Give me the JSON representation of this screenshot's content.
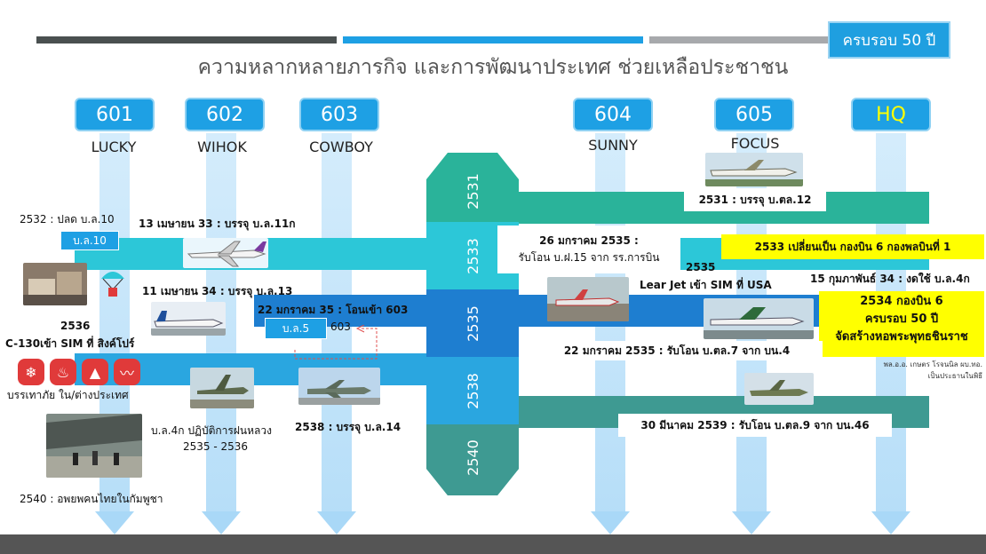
{
  "anniversary": "ครบรอบ 50 ปี",
  "title": "ความหลากหลายภารกิจ และการพัฒนาประเทศ ช่วยเหลือประชาชน",
  "squadrons": [
    {
      "code": "601",
      "callsign": "LUCKY"
    },
    {
      "code": "602",
      "callsign": "WIHOK"
    },
    {
      "code": "603",
      "callsign": "COWBOY"
    },
    {
      "code": "604",
      "callsign": "SUNNY"
    },
    {
      "code": "605",
      "callsign": "FOCUS"
    },
    {
      "code": "HQ",
      "callsign": ""
    }
  ],
  "years": [
    "2531",
    "2533",
    "2535",
    "2538",
    "2540"
  ],
  "events": {
    "e2532": "2532 : ปลด บ.ล.10",
    "tag_bl10": "บ.ล.10",
    "apr33": "13 เมษายน 33 : บรรจุ บ.ล.11ก",
    "apr34": "11 เมษายน 34 : บรรจุ บ.ล.13",
    "e2536_year": "2536",
    "e2536_text": "C-130เข้า SIM ที่ สิงค์โปร์",
    "jan35_603": "22 มกราคม 35 : โอนเข้า 603",
    "tag_bl5": "บ.ล.5",
    "tag_603": "603",
    "disaster": "บรรเทาภัย  ใน/ต่างประเทศ",
    "bl4k": "บ.ล.4ก  ปฏิบัติการฝนหลวง",
    "bl4k_years": "2535 - 2536",
    "e2538": "2538 : บรรจุ บ.ล.14",
    "e2540": "2540 : อพยพคนไทยในกัมพูชา",
    "jan35_604_a": "26 มกราคม 2535 :",
    "jan35_604_b": "รับโอน บ.ฝ.15 จาก รร.การบิน",
    "lear_year": "2535",
    "lear_text": "Lear Jet เข้า SIM ที่ USA",
    "e2531": "2531 : บรรจุ บ.ตล.12",
    "e2533": "2533 เปลี่ยนเป็น กองบิน 6 กองพลบินที่ 1",
    "feb34": "15 กุมภาพันธ์ 34 : งดใช้ บ.ล.4ก",
    "hq_a": "2534 กองบิน 6",
    "hq_b": "ครบรอบ 50 ปี",
    "hq_c": "จัดสร้างหอพระพุทธชินราช",
    "note_a": "พล.อ.อ. เกษตร โรจนนิล ผบ.ทอ.",
    "note_b": "เป็นประธานในพิธี",
    "jan35_bt7": "22 มกราคม 2535 : รับโอน บ.ตล.7 จาก บน.4",
    "mar39": "30 มีนาคม 2539 : รับโอน บ.ตล.9 จาก บน.46"
  },
  "colors": {
    "dark_bar": "#4a5050",
    "blue_bar": "#1ea0e4",
    "grey_bar": "#a7a9ac",
    "band_teal": "#2ab39a",
    "band_cyan": "#2cc7d8",
    "band_blue": "#1e7ed0",
    "band_sky": "#2aa6e0",
    "band_slate": "#3e9a92",
    "highlight": "#ffff00"
  }
}
